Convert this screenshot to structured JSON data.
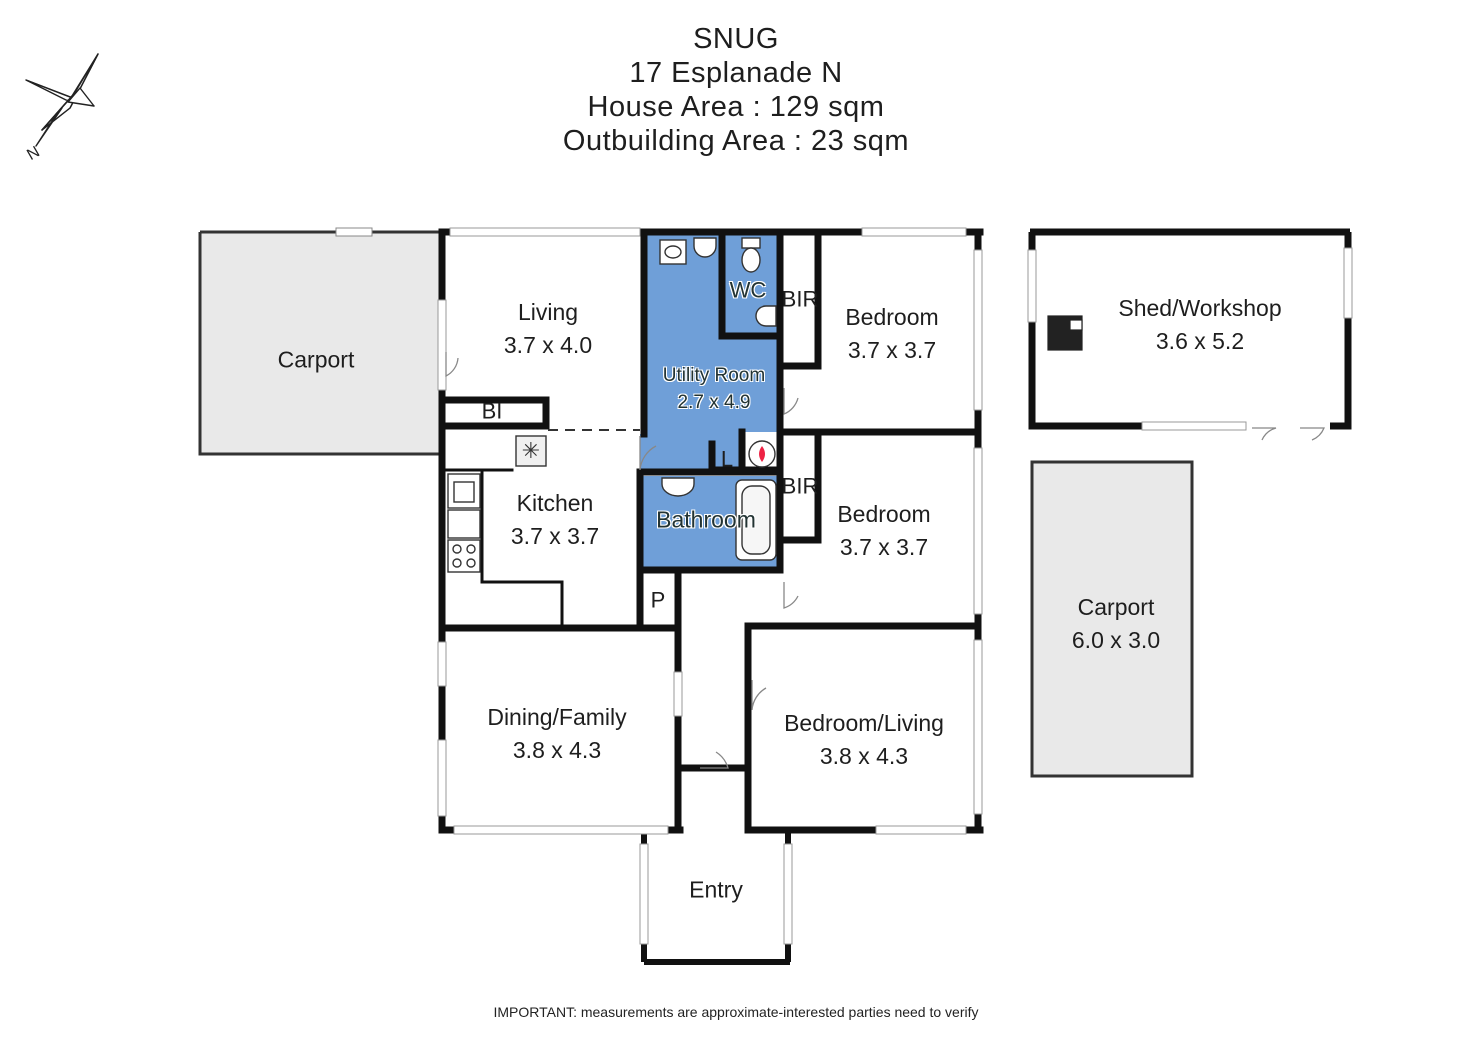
{
  "header": {
    "title": "SNUG",
    "address": "17 Esplanade N",
    "house_area": "House Area : 129 sqm",
    "outbuilding_area": "Outbuilding Area : 23 sqm"
  },
  "compass": {
    "label": "N",
    "icon": "north-arrow-icon"
  },
  "rooms": {
    "carport_main": {
      "name": "Carport"
    },
    "living": {
      "name": "Living",
      "size": "3.7 x 4.0"
    },
    "bi": {
      "name": "BI"
    },
    "utility": {
      "name": "Utility Room",
      "size": "2.7 x 4.9"
    },
    "wc": {
      "name": "WC"
    },
    "bir_top": {
      "name": "BIR"
    },
    "bedroom_top": {
      "name": "Bedroom",
      "size": "3.7 x 3.7"
    },
    "laundry": {
      "name": "L"
    },
    "kitchen": {
      "name": "Kitchen",
      "size": "3.7 x 3.7"
    },
    "bathroom": {
      "name": "Bathroom"
    },
    "bir_mid": {
      "name": "BIR"
    },
    "bedroom_mid": {
      "name": "Bedroom",
      "size": "3.7 x 3.7"
    },
    "pantry": {
      "name": "P"
    },
    "dining": {
      "name": "Dining/Family",
      "size": "3.8 x 4.3"
    },
    "bedroom_living": {
      "name": "Bedroom/Living",
      "size": "3.8 x 4.3"
    },
    "entry": {
      "name": "Entry"
    },
    "shed": {
      "name": "Shed/Workshop",
      "size": "3.6 x 5.2"
    },
    "carport_side": {
      "name": "Carport",
      "size": "6.0 x 3.0"
    }
  },
  "colors": {
    "wall": "#111111",
    "utility_fill": "#6f9fd8",
    "carport_fill": "#e9e9e9",
    "window": "#9a9a9a"
  },
  "footer": {
    "notice": "IMPORTANT: measurements are approximate-interested parties need to verify"
  }
}
